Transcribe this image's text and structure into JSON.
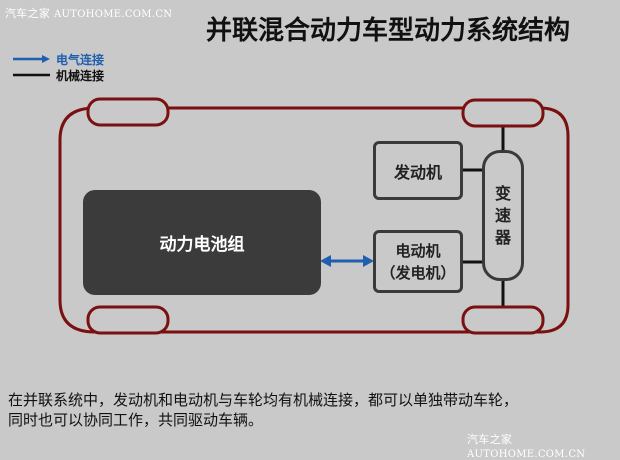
{
  "watermark": {
    "brand": "汽车之家",
    "site": "AUTOHOME.COM.CN"
  },
  "title": "并联混合动力车型动力系统结构",
  "legend": {
    "electric": "电气连接",
    "mechanical": "机械连接"
  },
  "colors": {
    "electric": "#1f5fb0",
    "mechanical": "#111111",
    "chassis": "#7a1010",
    "background": "#c9c9c9"
  },
  "components": {
    "battery": "动力电池组",
    "engine": "发动机",
    "motor_line1": "电动机",
    "motor_line2": "（发电机）",
    "gearbox_1": "变",
    "gearbox_2": "速",
    "gearbox_3": "器"
  },
  "caption": {
    "line1": "在并联系统中，发动机和电动机与车轮均有机械连接，都可以单独带动车轮，",
    "line2": "同时也可以协同工作，共同驱动车辆。"
  }
}
